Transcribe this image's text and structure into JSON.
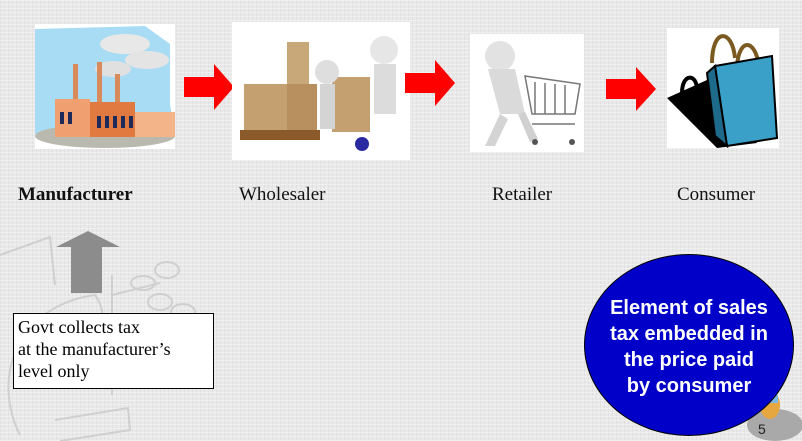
{
  "slide": {
    "page_number": "5",
    "colors": {
      "flow_arrow": "#ff0000",
      "up_arrow": "#8c8c8c",
      "circle_fill": "#0000c8",
      "circle_text": "#ffffff"
    }
  },
  "chain": [
    {
      "label": "Manufacturer",
      "icon": "factory-icon",
      "bold": true
    },
    {
      "label": "Wholesaler",
      "icon": "boxes-pallet-icon",
      "bold": false
    },
    {
      "label": "Retailer",
      "icon": "shopping-cart-person-icon",
      "bold": false
    },
    {
      "label": "Consumer",
      "icon": "shopping-bag-icon",
      "bold": false
    }
  ],
  "arrows": [
    "red-right-arrow",
    "red-right-arrow",
    "red-right-arrow"
  ],
  "tax_note": {
    "line1": "Govt collects tax",
    "line2": "at the manufacturer’s",
    "line3": "level only"
  },
  "callout": {
    "line1": "Element of sales",
    "line2": "tax embedded in",
    "line3": "the price paid",
    "line4": "by consumer"
  }
}
